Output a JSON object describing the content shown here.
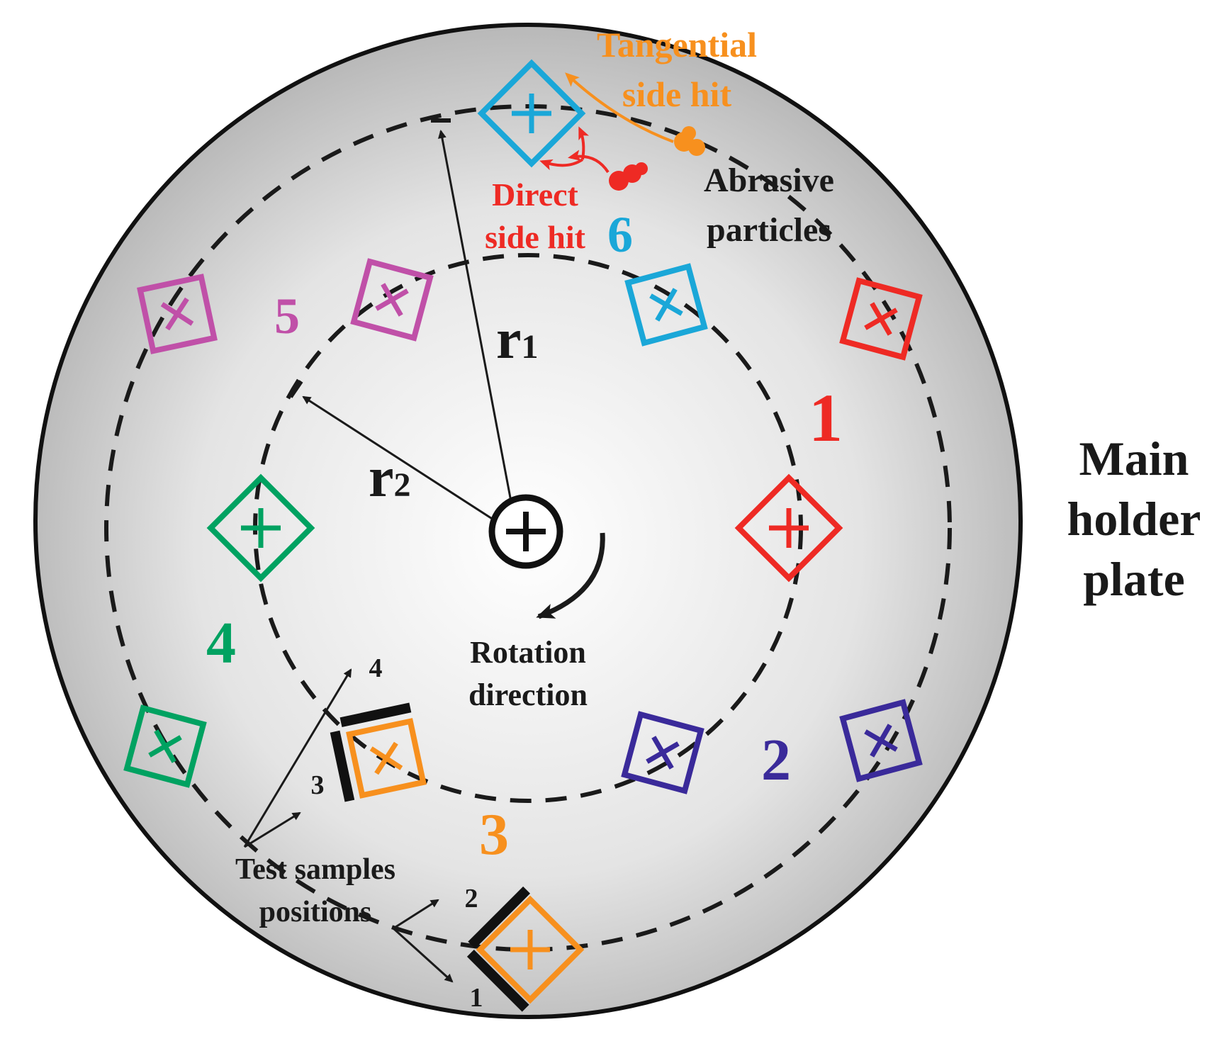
{
  "labels": {
    "tangential": [
      "Tangential",
      "side hit"
    ],
    "direct": [
      "Direct",
      "side hit"
    ],
    "abrasive": [
      "Abrasive",
      "particles"
    ],
    "r1_main": "r",
    "r1_sub": "1",
    "r2_main": "r",
    "r2_sub": "2",
    "rotation": [
      "Rotation",
      "direction"
    ],
    "main_holder": [
      "Main",
      "holder",
      "plate"
    ],
    "test_samples": [
      "Test samples",
      "positions"
    ],
    "pos_numbers": {
      "p1": "1",
      "p2": "2",
      "p3": "3",
      "p4": "4"
    },
    "groups": {
      "g1": "1",
      "g2": "2",
      "g3": "3",
      "g4": "4",
      "g5": "5",
      "g6": "6"
    }
  },
  "colors": {
    "group1": "#ee2a24",
    "group2": "#3a2a9a",
    "group3": "#f7901e",
    "group4": "#00a261",
    "group5": "#c050a8",
    "group6": "#1aa7d8",
    "tangential": "#f7901e",
    "direct": "#ee2a24",
    "text": "#1a1a1a"
  }
}
